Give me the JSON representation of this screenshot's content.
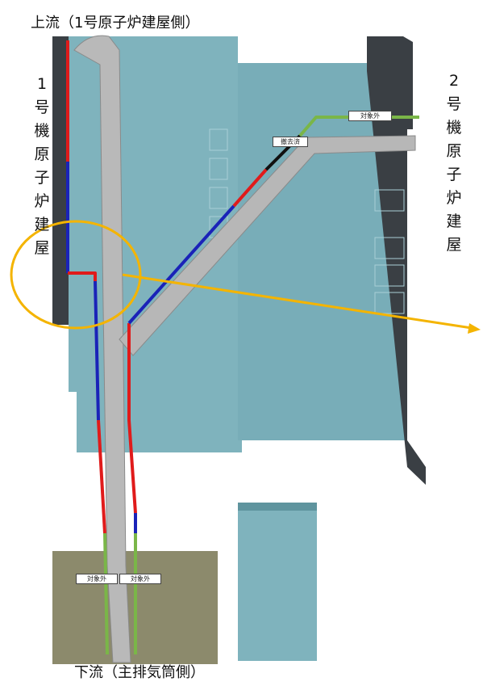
{
  "labels": {
    "upstream": "上流（1号原子炉建屋側）",
    "downstream": "下流（主排気筒側）",
    "unit1_building": [
      "1",
      "号",
      "機",
      "原",
      "子",
      "炉",
      "建",
      "屋"
    ],
    "unit2_building": [
      "2",
      "号",
      "機",
      "原",
      "子",
      "炉",
      "建",
      "屋"
    ]
  },
  "tags": {
    "out_of_scope_top": "対象外",
    "removed": "撤去済",
    "out_of_scope_bottom_left": "対象外",
    "out_of_scope_bottom_right": "対象外"
  },
  "colors": {
    "building": "#7fb3bd",
    "building_dark": "#3a3f44",
    "pipe": "#b9b9b9",
    "line_red": "#e01b1b",
    "line_blue": "#1a23b8",
    "line_green": "#7ab648",
    "line_black": "#111111",
    "highlight": "#f4b400",
    "ground": "#8c8a6c"
  }
}
